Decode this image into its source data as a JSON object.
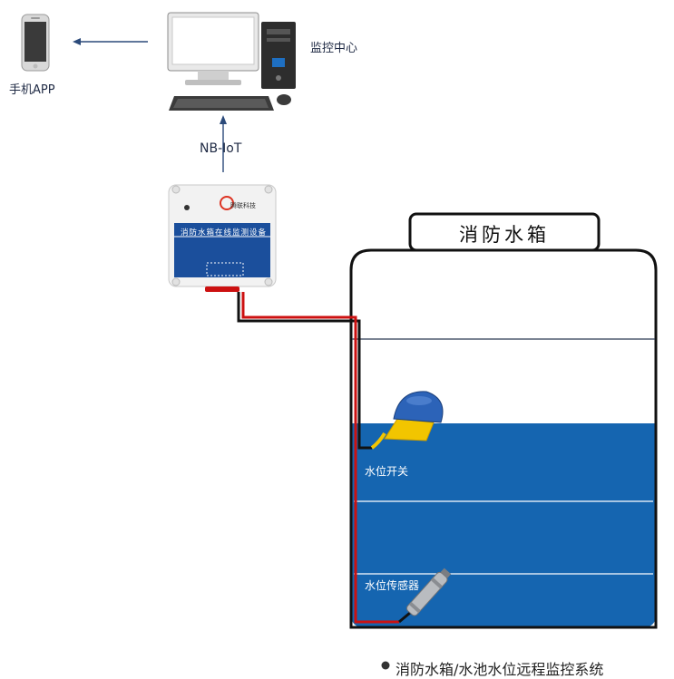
{
  "labels": {
    "phone_app": "手机APP",
    "monitor_center": "监控中心",
    "protocol": "NB-IoT",
    "tank_title": "消防水箱",
    "float_switch": "水位开关",
    "level_sensor": "水位传感器",
    "caption": "消防水箱/水池水位远程监控系统"
  },
  "device": {
    "brand": "腾联科技",
    "name": "消防水箱在线监测设备"
  },
  "colors": {
    "water": "#1565b0",
    "tank_outline": "#111111",
    "cable_red": "#cc1111",
    "arrow": "#2b4a7a",
    "device_panel": "#1b4f9c"
  }
}
